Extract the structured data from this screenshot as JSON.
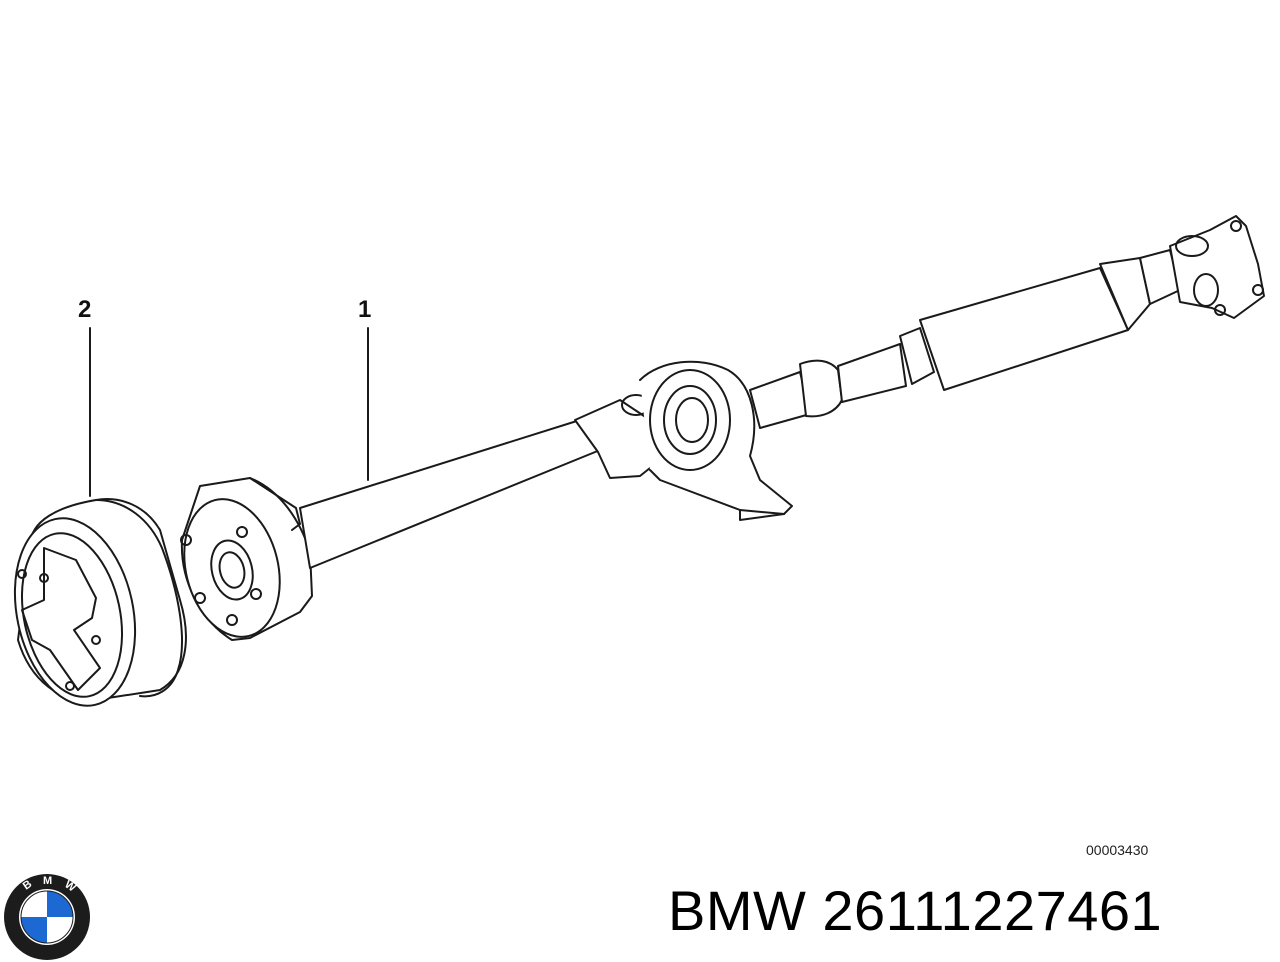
{
  "callouts": [
    {
      "id": "2",
      "label": "2"
    },
    {
      "id": "1",
      "label": "1"
    }
  ],
  "drawing_number": "00003430",
  "part": {
    "brand": "BMW",
    "number": "26111227461",
    "full_label": "BMW 26111227461"
  },
  "logo": {
    "letters": "BMW",
    "colors": {
      "ring": "#1c1c1c",
      "blue": "#1c69d4",
      "white": "#ffffff"
    }
  },
  "line_color": "#1a1a1a"
}
